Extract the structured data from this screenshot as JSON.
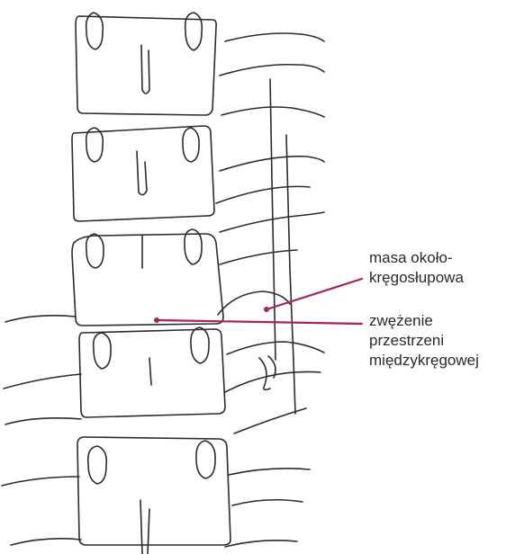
{
  "labels": {
    "paravertebral_mass": [
      "masa około-",
      "kręgosłupowa"
    ],
    "disc_space_narrowing": [
      "zwężenie",
      "przestrzeni",
      "międzykręgowej"
    ]
  },
  "colors": {
    "ink": "#2b2b2b",
    "leader": "#a3245e",
    "background": "#ffffff"
  }
}
